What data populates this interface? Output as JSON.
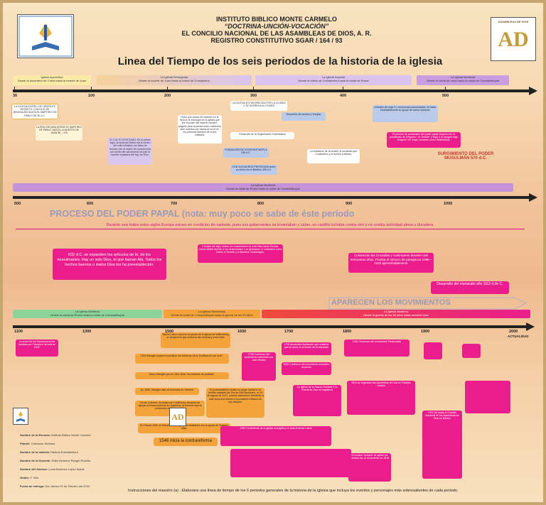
{
  "header": {
    "line1": "INSTITUTO BIBLICO MONTE CARMELO",
    "line2": "“DOCTRINA-UNCIÓN-VOCACIÓN”",
    "line3": "EL CONCILIO NACIONAL DE LAS ASAMBLEAS DE DIOS, A. R.",
    "line4": "REGISTRO CONSTITUTIVO SGAR / 164 / 93",
    "logo_right_text": "ASAMBLEAS DE DIOS",
    "logo_right_mark": "AD"
  },
  "title": "Linea del Tiempo de los seis periodos de la historia de la iglesia",
  "timeline1": {
    "years": [
      "30",
      "100",
      "200",
      "300",
      "400",
      "500"
    ],
    "bands": [
      {
        "title": "Iglesia Apostólica",
        "sub": "Desde la ascensión de Cristo hasta la muerte de Juan"
      },
      {
        "title": "La Iglesia Perseguida",
        "sub": "Desde la muerte de Juan hasta la edicto de Constantino"
      },
      {
        "title": "La Iglesia Imperial",
        "sub": "Desde el edicto de Constantino hasta la caída de Roma"
      },
      {
        "title": "La Iglesia Medieval",
        "sub": "Desde la caída de roma hasta la caída de Constantinopla"
      }
    ],
    "boxes": [
      "LA IGLESIA ENTRE LOS GENTILES DESDE EL CONCILIO DE JERUSALÉN HASTA EL MARTIRIO DE PABLO DE 60 d.C.",
      "LA ERA OSCURA DESDE EL MARTIRIO DE PABLO HASTA LA MUERTE DE JUAN 68 – 100",
      "EL CULTO CRISTIANO: En el primer siglo, la cena del Señor era el centro del culto cristiano, los fieles se reunían con el objeto de conmemorar por medio del sacramento de pan la muerte expiatoria del Hijo de Dios.",
      "Hubo dos clases de mártires en la época: la mitología de la iglesia que por el poder del imperio romano, pagado para la persecución, habiendo sido muertos por causa de su fe en los primeros tiempos de la era cristiana.",
      "Desarrollo de sectas y Herejías",
      "Desarrollo de la Organización Eclesiástica",
      "LA IGLESIA ES FAVORECIDA POR LA IGLESIA Y SE ENTREGA AL PODER",
      "FUNDACIÓN DE CONSTANTINOPLA 330 d.C.",
      "CON SUS MUROS PROTEGIDA sobre su centro en el Bósforo 330 d.C.",
      "La fundación de la ciudad, la sociedad que Constantino y el mundo cristiano.",
      "A finales del siglo IV, numerosas comunidades, en Italia, Inmediatamente se apoyó de varios sectores.",
      "El periodo de predominio del poder papal empezó con el pontificado de Gregorio I “el Grande” y llegó a su apogeo bajo Gregorio VII, mejor conocido como Hildebrando.",
      "SURGIMIENTO DEL PODER MUSULMÁN 570 d.C."
    ]
  },
  "timeline2": {
    "years": [
      "500",
      "600",
      "700",
      "800",
      "900",
      "1000"
    ],
    "band_title": "La Iglesia Medieval",
    "band_sub": "Desde la caída de Roma hasta la caída de Constantinopla",
    "heading": "PROCESO DEL PODER PAPAL (nota: muy poco se sabe de éste período",
    "subheading": "Durante casi todos estos siglos Europa estuvo en condición de-cadente, pues sus gobernantes se levantaban y caían, un castillo luchaba contra otro y no existía autoridad plena y duradera.",
    "box1": "632 d.C. se expanden los artículos de fe, de los musulmanes: Hay un solo Dios, el que llaman Alá. Todos los hechos buenos o malos Dios los ha preestablecido.",
    "box2": "A finales del siglo octavo los musulmanes se extendían hacia Europa. Carlos Martel derrotó a los musulmanes. Los germanos, lo coronaron como Carlos el Grande y lo llamaron Carlomagno.",
    "box3": "Comienzan las Cruzadas y continuaron durante casi trescientos años. Prueba el número de peregrinos 1096 – 1100 aproximadamente",
    "box4": "Desarrollo del monacato año 1112 d.de C.",
    "movements": "APARECEN LOS MOVIMIENTOS"
  },
  "timeline3": {
    "years": [
      "1100",
      "1300",
      "1500",
      "1600",
      "1700",
      "1800",
      "1900",
      "2000"
    ],
    "end_label": "ACTUALIDAD",
    "bands": [
      {
        "title": "La Iglesia Medieval",
        "sub": "Desde la caída de Roma hasta la caída de Constantinopla"
      },
      {
        "title": "La Iglesia Reformada",
        "sub": "Desde la caída de Constantinopla hasta la guerra de los 30 años"
      },
      {
        "title": "La Iglesia Moderna",
        "sub": "Desde la guerra de los 30 años hasta nuestros días"
      }
    ],
    "box_order": "La orden de los franciscanos fue fundada por Francisco de Asís en 1209.",
    "box_luther": "Martín Lutero clavó en la puerta de la Iglesia de Wittemberg un pergamino que contenía las noventa y cinco tesis",
    "box_zwingli": "1513 Zwinglio empezó a predicar las doctrinas de la “justificación por la fe”.",
    "box_zwingli2": "Ulrico Zwinglio que en 1511 dicta “los artículos de protesta”.",
    "box_1536": "En 1536, Zwinglio salió al escenario en Ginebra",
    "box_tomas": "Tomás Cranmer, arzobispo de Canterbury, después de apoyar a Roma comenzó en Inglaterra, la reforma bajo la protección de Enrique VIII.",
    "box_protest": "El protestantismo recibió un golpe mortal en la terrible masacre del Día de San Bartolomé, el 24 de agosto de 1572, cuando asesinaron alrededor a casi todos sus líderes e incontables millones de sus adeptos.",
    "box_sweden": "En Suecia 1529, la Reforma se aceptó y se estableció con la ayuda de Gustavo Vasa.",
    "box_counter": "1546 inicia la contrareforma",
    "box_wesley": "1738 Comienzo del movimiento metodista con Juan Wesley",
    "box_1700": "1700 Ascienden Ilustración que sostenía que la razón es la fuente de la autoridad",
    "box_1800": "1830 Comienzo del movimiento misionero moderno",
    "box_pentecost": "1901 Comienzo del movimiento Pentecostal",
    "box_1914": "1914 se organizan las Asambleas de Dios en Estados Unidos",
    "box_1931": "1931 Se funda el Concilio Nacional de las Asambleas de Dios en México",
    "box_2000": "1960 Crecimiento de la iglesia evangélica en toda América Latina",
    "box_1800b": "El nombre “unitario” se aplicó por primera vez al movimiento en 1815",
    "box_puritan": "La Iglesia de la Gracia Cristiana e la Gracia de Dios en Inglaterra",
    "instructions": "Instrucciones del maestro (a) : Elaborara una línea de tiempo de los 6 periodos generales de la historia de la iglesia que incluya los eventos y personajes más sobresalientes de cada periodo."
  },
  "student": {
    "school_label": "Nombre de la Escuela:",
    "school": "Instituto Bíblico Monte Carmelo",
    "campus_label": "Plantel:",
    "campus": "Calzonzin Jiménez",
    "subject_label": "Nombre de la materia:",
    "subject": "Historia Eclesiástica II",
    "teacher_label": "Nombre de la Docente:",
    "teacher": "Edith Verónica Rangel Rodolfo",
    "student_label": "Nombre del Alumno:",
    "student_name": "Lucia Berenice López Ibarra",
    "grade_label": "Grado:",
    "grade": "1° Año",
    "date_label": "Fecha de entrega:",
    "date": "Día Jueves 01 de Febrero del 2024"
  },
  "colors": {
    "pink": "#e91e8c",
    "axis": "#222222",
    "orange": "#f4a23a",
    "green": "#8dd39a",
    "purple": "#b585d6"
  }
}
